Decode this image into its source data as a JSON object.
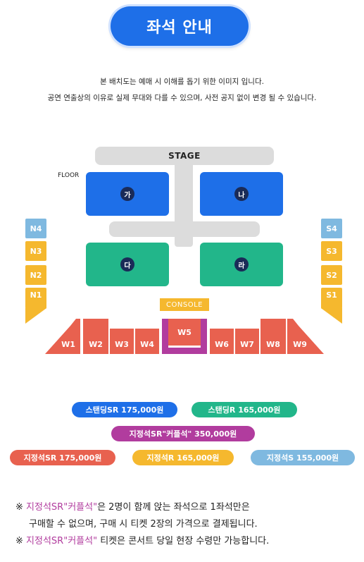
{
  "title": "좌석 안내",
  "notice": {
    "line1": "본 배치도는 예매 시 이해를 돕기 위한 이미지 입니다.",
    "line2": "공연 연출상의 이유로 실제 무대와 다를 수 있으며, 사전 공지 없이 변경 될 수 있습니다."
  },
  "map": {
    "stage_label": "STAGE",
    "floor_label": "FLOOR",
    "floor_blocks": [
      {
        "tag": "가",
        "color": "#1e6fe8"
      },
      {
        "tag": "나",
        "color": "#1e6fe8"
      },
      {
        "tag": "다",
        "color": "#22b68a"
      },
      {
        "tag": "라",
        "color": "#22b68a"
      }
    ],
    "left_sections": [
      "N4",
      "N3",
      "N2",
      "N1"
    ],
    "right_sections": [
      "S4",
      "S3",
      "S2",
      "S1"
    ],
    "console_label": "CONSOLE",
    "w_sections": [
      "W1",
      "W2",
      "W3",
      "W4",
      "W5",
      "W6",
      "W7",
      "W8",
      "W9"
    ],
    "colors": {
      "standing_sr": "#1e6fe8",
      "standing_r": "#22b68a",
      "couple_sr": "#b13c9e",
      "seat_sr": "#e8614f",
      "seat_r": "#f5b82e",
      "seat_s": "#7fb9e0"
    }
  },
  "prices": {
    "standing_sr": "스탠딩SR 175,000원",
    "standing_r": "스탠딩R 165,000원",
    "couple_sr": "지정석SR\"커플석\" 350,000원",
    "seat_sr": "지정석SR 175,000원",
    "seat_r": "지정석R 165,000원",
    "seat_s": "지정석S 155,000원"
  },
  "notes": {
    "mark": "※",
    "n1_hl": "지정석SR\"커플석\"",
    "n1_rest": "은 2명이 함께 앉는 좌석으로 1좌석만은",
    "n1_line2": "구매할 수 없으며, 구매 시 티켓 2장의 가격으로 결제됩니다.",
    "n2_hl": "지정석SR\"커플석\"",
    "n2_rest": " 티켓은 콘서트 당일 현장 수령만 가능합니다."
  }
}
